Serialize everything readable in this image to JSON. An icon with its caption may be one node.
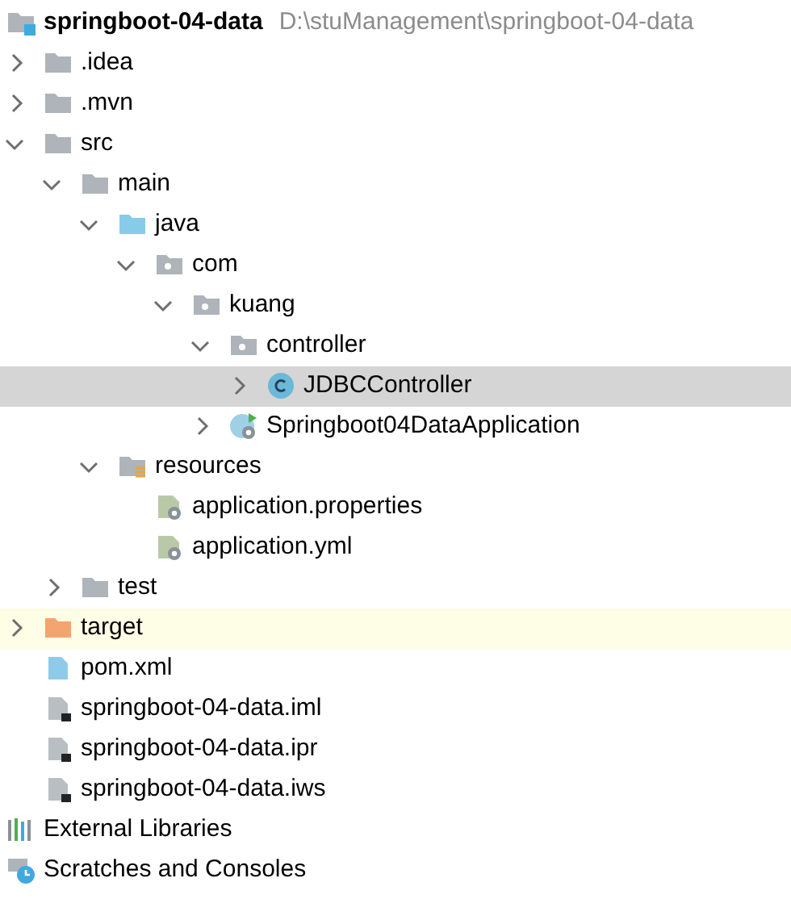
{
  "diagram": {
    "labels": [
      "springboot-04-data",
      "D:\\stuManagement\\springboot-04-data",
      ".idea",
      ".mvn",
      "src",
      "main",
      "java",
      "com",
      "kuang",
      "controller",
      "JDBCController",
      "Springboot04DataApplication",
      "resources",
      "application.properties",
      "application.yml",
      "test",
      "target",
      "pom.xml",
      "springboot-04-data.iml",
      "springboot-04-data.ipr",
      "springboot-04-data.iws",
      "External Libraries",
      "Scratches and Consoles"
    ]
  }
}
